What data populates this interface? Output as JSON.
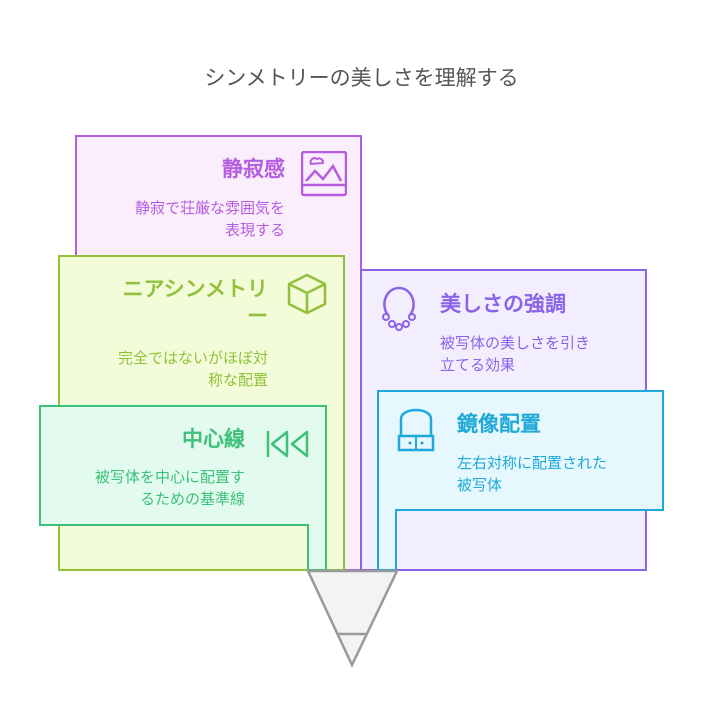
{
  "title": "シンメトリーの美しさを理解する",
  "cards": {
    "tranquility": {
      "heading": "静寂感",
      "desc1": "静寂で荘厳な雰囲気を",
      "desc2": "表現する",
      "icon": "image-icon",
      "color": "#b55de0"
    },
    "near_symmetry": {
      "heading1": "ニアシンメトリ",
      "heading2": "ー",
      "desc1": "完全ではないがほぼ対",
      "desc2": "称な配置",
      "icon": "cube-icon",
      "color": "#92c03a"
    },
    "center_line": {
      "heading": "中心線",
      "desc1": "被写体を中心に配置す",
      "desc2": "るための基準線",
      "icon": "rewind-icon",
      "color": "#3cc07a"
    },
    "beauty": {
      "heading": "美しさの強調",
      "desc1": "被写体の美しさを引き",
      "desc2": "立てる効果",
      "icon": "necklace-icon",
      "color": "#8a63e8"
    },
    "mirror": {
      "heading": "鏡像配置",
      "desc1": "左右対称に配置された",
      "desc2": "被写体",
      "icon": "cabinet-icon",
      "color": "#1fa9d8"
    }
  }
}
